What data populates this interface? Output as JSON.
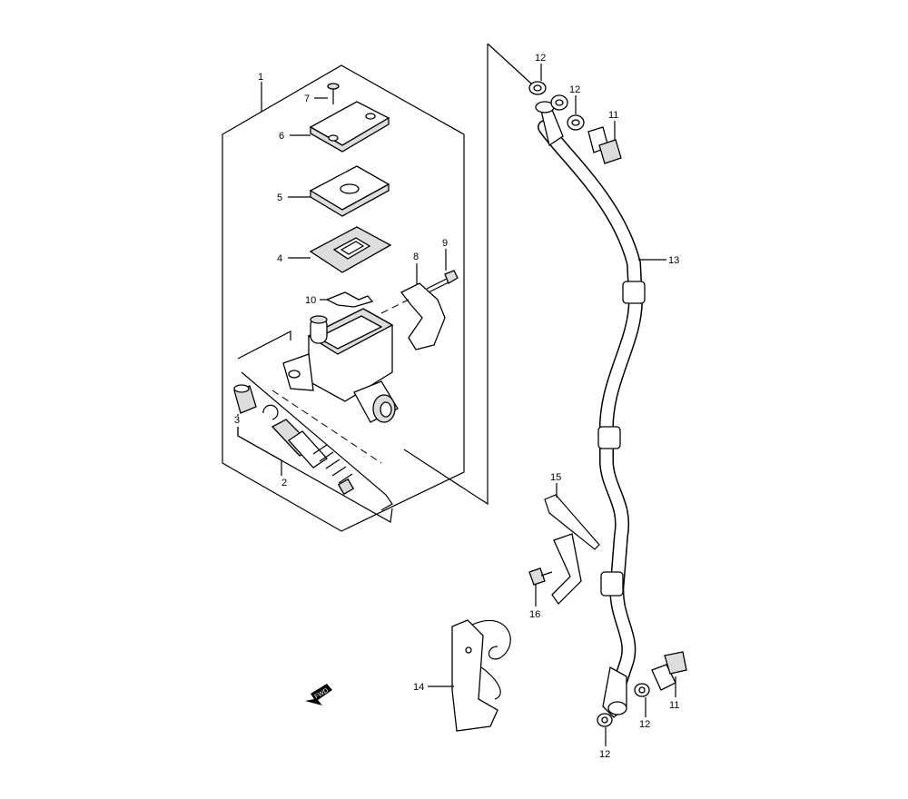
{
  "diagram": {
    "title": "Front Brake Master Cylinder and Hose",
    "fwd_label": "FWD",
    "callouts": {
      "c1": "1",
      "c2": "2",
      "c3": "3",
      "c4": "4",
      "c5": "5",
      "c6": "6",
      "c7": "7",
      "c8": "8",
      "c9": "9",
      "c10": "10",
      "c11a": "11",
      "c11b": "11",
      "c12a": "12",
      "c12b": "12",
      "c12c": "12",
      "c12d": "12",
      "c13": "13",
      "c14": "14",
      "c15": "15",
      "c16": "16"
    }
  }
}
